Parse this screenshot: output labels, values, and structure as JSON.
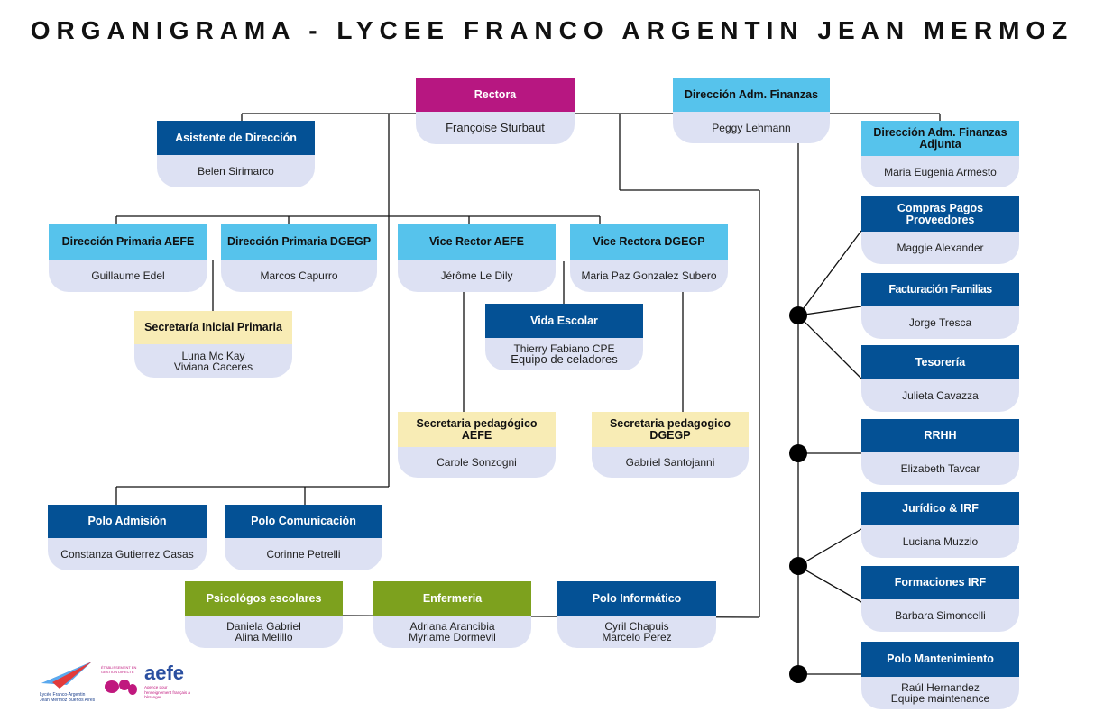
{
  "title": "ORGANIGRAMA - LYCEE FRANCO ARGENTIN JEAN MERMOZ",
  "boxes": {
    "rectora": {
      "role": "Rectora",
      "names": "Françoise Sturbaut"
    },
    "asistente": {
      "role": "Asistente de Dirección",
      "names": "Belen Sirimarco"
    },
    "daf": {
      "role": "Dirección Adm. Finanzas",
      "names": "Peggy Lehmann"
    },
    "dafa": {
      "role": "Dirección Adm. Finanzas Adjunta",
      "names": "Maria Eugenia Armesto"
    },
    "dpaefe": {
      "role": "Dirección Primaria AEFE",
      "names": "Guillaume Edel"
    },
    "dpdgegp": {
      "role": "Dirección Primaria DGEGP",
      "names": "Marcos Capurro"
    },
    "vraefe": {
      "role": "Vice Rector AEFE",
      "names": "Jérôme Le Dily"
    },
    "vrdgegp": {
      "role": "Vice Rectora DGEGP",
      "names": "Maria Paz Gonzalez Subero"
    },
    "secini": {
      "role": "Secretaría Inicial Primaria",
      "names": "Luna Mc Kay\nViviana Caceres"
    },
    "vida": {
      "role": "Vida Escolar",
      "names_1": "Thierry Fabiano CPE",
      "names_2": "Equipo de celadores"
    },
    "secaefe": {
      "role": "Secretaria pedagógico AEFE",
      "names": "Carole Sonzogni"
    },
    "secdgegp": {
      "role": "Secretaria pedagogico DGEGP",
      "names": "Gabriel Santojanni"
    },
    "admision": {
      "role": "Polo Admisión",
      "names": "Constanza Gutierrez Casas"
    },
    "comunicacion": {
      "role": "Polo Comunicación",
      "names": "Corinne Petrelli"
    },
    "psico": {
      "role": "Psicológos escolares",
      "names": "Daniela Gabriel\nAlina Melillo"
    },
    "enfermeria": {
      "role": "Enfermeria",
      "names": "Adriana Arancibia\nMyriame Dormevil"
    },
    "informatico": {
      "role": "Polo Informático",
      "names": "Cyril Chapuis\nMarcelo Perez"
    },
    "compras": {
      "role": "Compras Pagos Proveedores",
      "names": "Maggie Alexander"
    },
    "facturacion": {
      "role": "Facturación Familias",
      "names": "Jorge  Tresca"
    },
    "tesoreria": {
      "role": "Tesorería",
      "names": "Julieta Cavazza"
    },
    "rrhh": {
      "role": "RRHH",
      "names": "Elizabeth Tavcar"
    },
    "juridico": {
      "role": "Jurídico & IRF",
      "names": "Luciana Muzzio"
    },
    "formaciones": {
      "role": "Formaciones IRF",
      "names": "Barbara Simoncelli"
    },
    "mantenimiento": {
      "role": "Polo Mantenimiento",
      "names": "Raúl Hernandez\nEquipe maintenance"
    }
  },
  "logos": {
    "lycee_text": "Lycée Franco-Argentin Jean Mermoz Buenos Aires",
    "etab_text": "ÉTABLISSEMENT EN GESTION DIRECTE",
    "aefe_text": "aefe",
    "aefe_sub": "Agence pour l'enseignement français à l'étranger"
  },
  "colors": {
    "navy": "#045195",
    "light_blue": "#56c3ec",
    "magenta": "#b71781",
    "cream": "#f8ecb5",
    "olive": "#7da11e",
    "lavender": "#dde1f3"
  }
}
